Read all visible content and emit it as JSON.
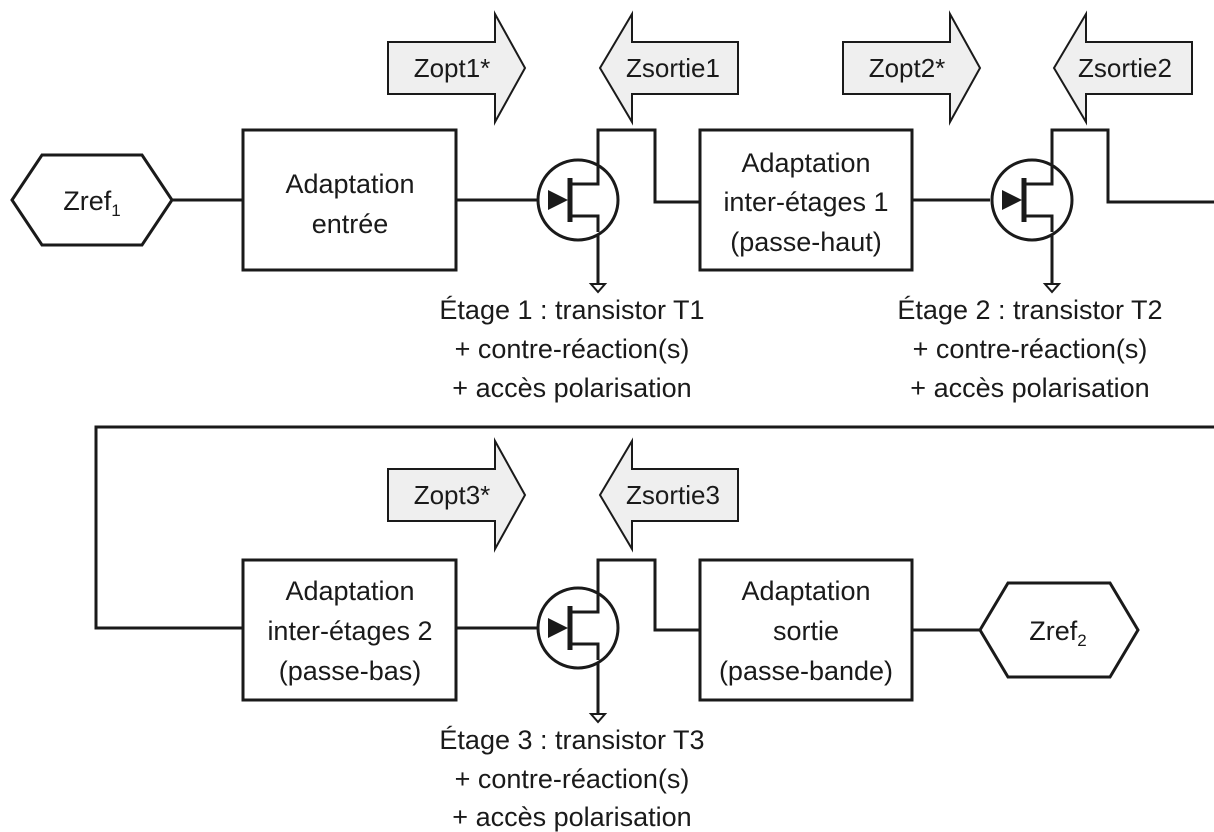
{
  "ports": {
    "input": {
      "base": "Zref",
      "sub": "1"
    },
    "output": {
      "base": "Zref",
      "sub": "2"
    }
  },
  "arrows": {
    "zopt1": "Zopt1*",
    "zsortie1": "Zsortie1",
    "zopt2": "Zopt2*",
    "zsortie2": "Zsortie2",
    "zopt3": "Zopt3*",
    "zsortie3": "Zsortie3"
  },
  "blocks": {
    "input_match": [
      "Adaptation",
      "entrée"
    ],
    "interstage1": [
      "Adaptation",
      "inter-étages 1",
      "(passe-haut)"
    ],
    "interstage2": [
      "Adaptation",
      "inter-étages 2",
      "(passe-bas)"
    ],
    "output_match": [
      "Adaptation",
      "sortie",
      "(passe-bande)"
    ]
  },
  "stages": {
    "stage1": [
      "Étage 1 : transistor T1",
      "+ contre-réaction(s)",
      "+ accès polarisation"
    ],
    "stage2": [
      "Étage 2 : transistor T2",
      "+ contre-réaction(s)",
      "+ accès polarisation"
    ],
    "stage3": [
      "Étage 3 : transistor T3",
      "+ contre-réaction(s)",
      "+ accès polarisation"
    ]
  },
  "icons": {
    "transistor": "transistor-icon",
    "ground": "ground-icon"
  }
}
